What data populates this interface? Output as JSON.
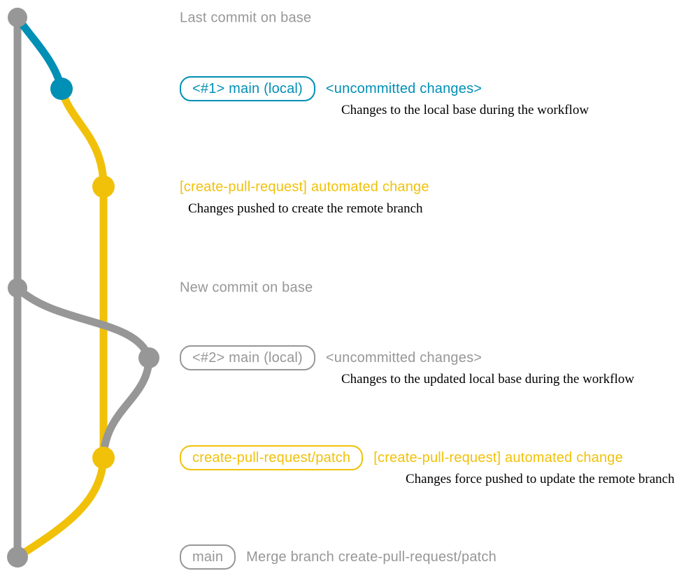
{
  "colors": {
    "gray": "#979797",
    "teal": "#008fb5",
    "yellow": "#f1c109",
    "annotation_text": "#000000",
    "background": "#ffffff"
  },
  "diagram": {
    "description": "Git branch graph for the create-pull-request workflow",
    "branches": [
      {
        "name": "base",
        "color": "gray"
      },
      {
        "name": "main (local)",
        "color": "teal"
      },
      {
        "name": "create-pull-request/patch",
        "color": "yellow"
      }
    ],
    "commits": [
      {
        "message": "Last commit on base",
        "color": "gray"
      },
      {
        "branch_tag": "<#1> main (local)",
        "message": "<uncommitted changes>",
        "annotation": "Changes to the local base during the workflow",
        "color": "teal"
      },
      {
        "message": "[create-pull-request] automated change",
        "annotation": "Changes pushed to create the remote branch",
        "color": "yellow"
      },
      {
        "message": "New commit on base",
        "color": "gray"
      },
      {
        "branch_tag": "<#2> main (local)",
        "message": "<uncommitted changes>",
        "annotation": "Changes to the updated local base during the workflow",
        "color": "gray"
      },
      {
        "branch_tag": "create-pull-request/patch",
        "message": "[create-pull-request] automated change",
        "annotation": "Changes force pushed to update the remote branch",
        "color": "yellow"
      },
      {
        "branch_tag": "main",
        "message": "Merge branch create-pull-request/patch",
        "color": "gray"
      }
    ]
  }
}
